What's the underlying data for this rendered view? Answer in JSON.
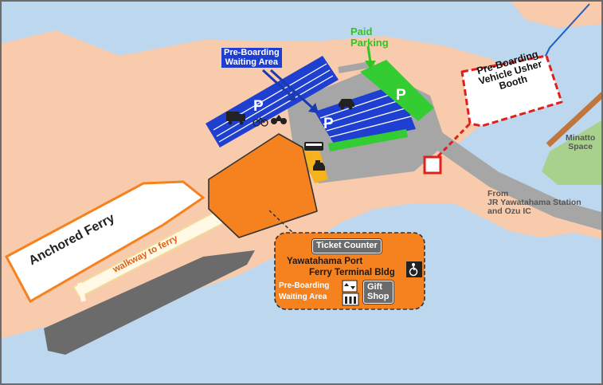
{
  "labels": {
    "paid_parking_line1": "Paid",
    "paid_parking_line2": "Parking",
    "pre_boarding_area_line1": "Pre-Boarding",
    "pre_boarding_area_line2": "Waiting Area",
    "usher_line1": "Pre-Boarding",
    "usher_line2": "Vehicle Usher",
    "usher_line3": "Booth",
    "minatto_line1": "Minatto",
    "minatto_line2": "Space",
    "from_line1": "From",
    "from_line2": "JR Yawatahama Station",
    "from_line3": "and Ozu IC",
    "anchored_ferry": "Anchored Ferry",
    "walkway": "walkway to ferry",
    "parking_p": "P"
  },
  "terminal": {
    "ticket_counter": "Ticket Counter",
    "name_line1": "Yawatahama Port",
    "name_line2": "Ferry Terminal Bldg",
    "waiting_line1": "Pre-Boarding",
    "waiting_line2": "Waiting Area",
    "gift_line1": "Gift",
    "gift_line2": "Shop"
  },
  "colors": {
    "sea": "#bdd7ee",
    "land": "#f8cbad",
    "road": "#a6a6a6",
    "parking_blue": "#1f3fd1",
    "paid_parking_green": "#33cc33",
    "terminal_orange": "#f5821f",
    "usher_red": "#e0201b",
    "park_green": "#a9d18e",
    "ferry_gray": "#6b6b6b"
  },
  "icons": [
    "truck-icon",
    "bicycle-icon",
    "motorcycle-icon",
    "car-icon",
    "bus-icon",
    "taxi-icon",
    "wheelchair-icon",
    "elevator-icon",
    "shop-icon"
  ]
}
